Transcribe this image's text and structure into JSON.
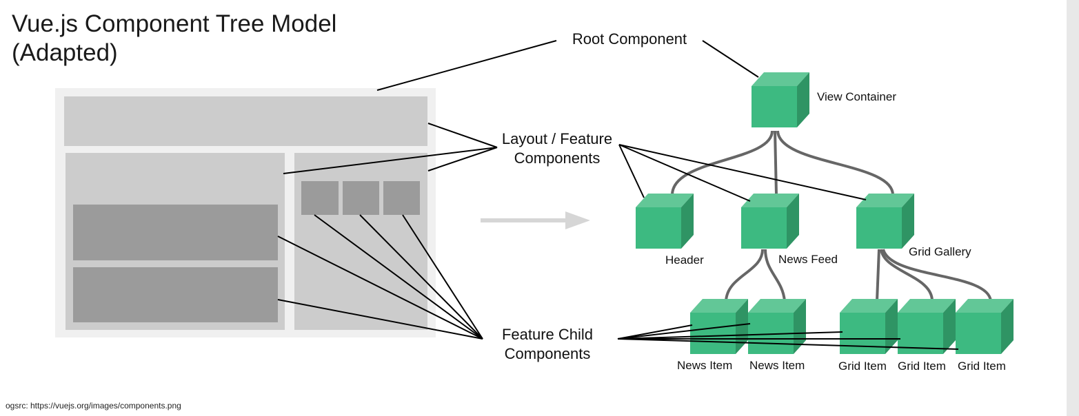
{
  "title": "Vue.js Component Tree Model (Adapted)",
  "labels": {
    "root": "Root Component",
    "layout": "Layout / Feature Components",
    "child": "Feature Child Components"
  },
  "nodes": {
    "view_container": "View Container",
    "header": "Header",
    "news_feed": "News Feed",
    "grid_gallery": "Grid Gallery",
    "news_item": "News Item",
    "grid_item": "Grid Item"
  },
  "source": "ogsrc: https://vuejs.org/images/components.png",
  "colors": {
    "cube_front": "#3dba81",
    "cube_top": "#62c797",
    "cube_side": "#2f9464",
    "wireframe_outer": "#f0f0f0",
    "wireframe_panel": "#cccccc",
    "wireframe_block": "#9b9b9b",
    "connector": "#666666",
    "arrow": "#d6d6d6"
  }
}
